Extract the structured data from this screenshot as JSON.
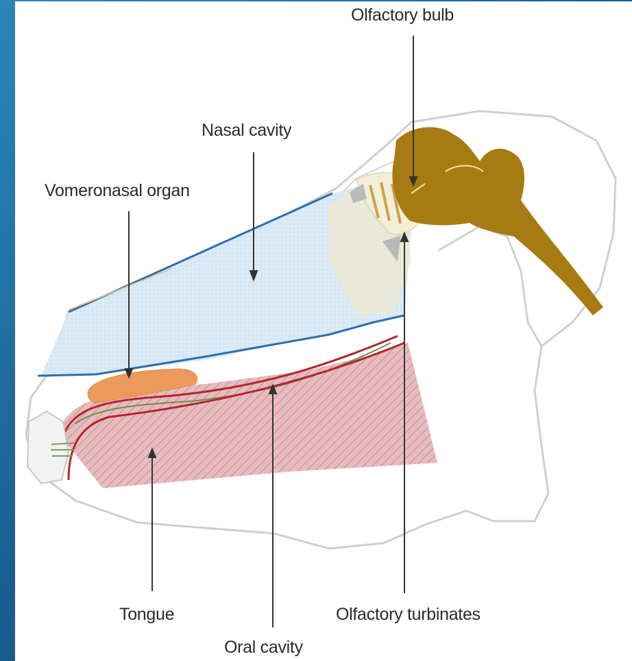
{
  "diagram": {
    "labels": {
      "olfactory_bulb": "Olfactory bulb",
      "nasal_cavity": "Nasal cavity",
      "vomeronasal_organ": "Vomeronasal organ",
      "tongue": "Tongue",
      "oral_cavity": "Oral cavity",
      "olfactory_turbinates": "Olfactory turbinates"
    },
    "colors": {
      "background_gradient_start": "#2a86b8",
      "background_gradient_end": "#0f3f6e",
      "brain": "#a67c12",
      "nasal_cavity_fill": "#d6e8f5",
      "nasal_outline": "#2d6ea8",
      "tongue_fill": "#d9a5ab",
      "oral_lining": "#b2262a",
      "vomeronasal_fill": "#ec9a5c",
      "skull_outline": "#c8c8c8"
    }
  }
}
